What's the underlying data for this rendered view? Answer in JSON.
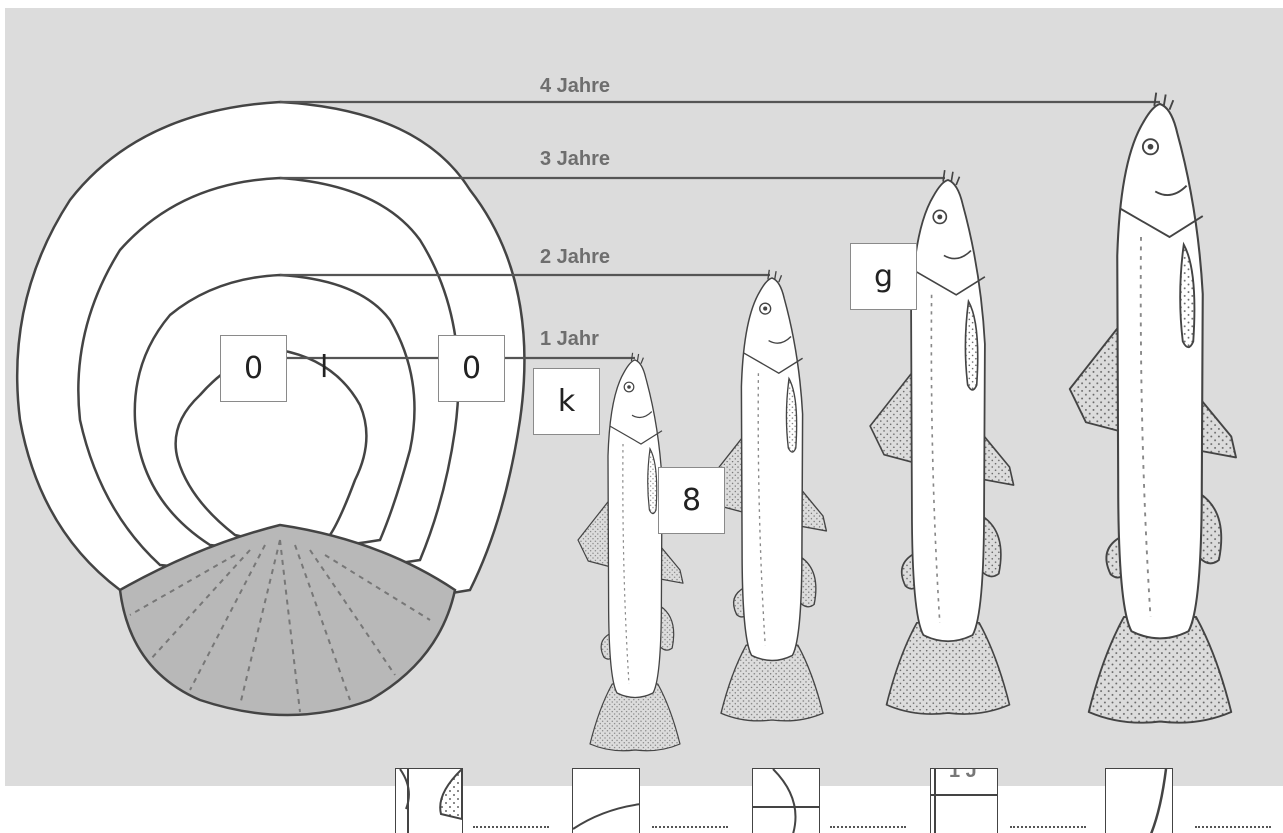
{
  "diagram": {
    "year_labels": [
      "4 Jahre",
      "3 Jahre",
      "2 Jahre",
      "1 Jahr"
    ]
  },
  "answer_boxes": [
    "0",
    "0",
    "k",
    "8",
    "g"
  ],
  "stray_mark": "l",
  "thumbnails": [
    {
      "icon": "fin-crop-icon"
    },
    {
      "icon": "line-crop-icon"
    },
    {
      "icon": "ring-crop-icon"
    },
    {
      "icon": "label-crop-icon",
      "text": "1 J"
    },
    {
      "icon": "curve-crop-icon"
    }
  ]
}
